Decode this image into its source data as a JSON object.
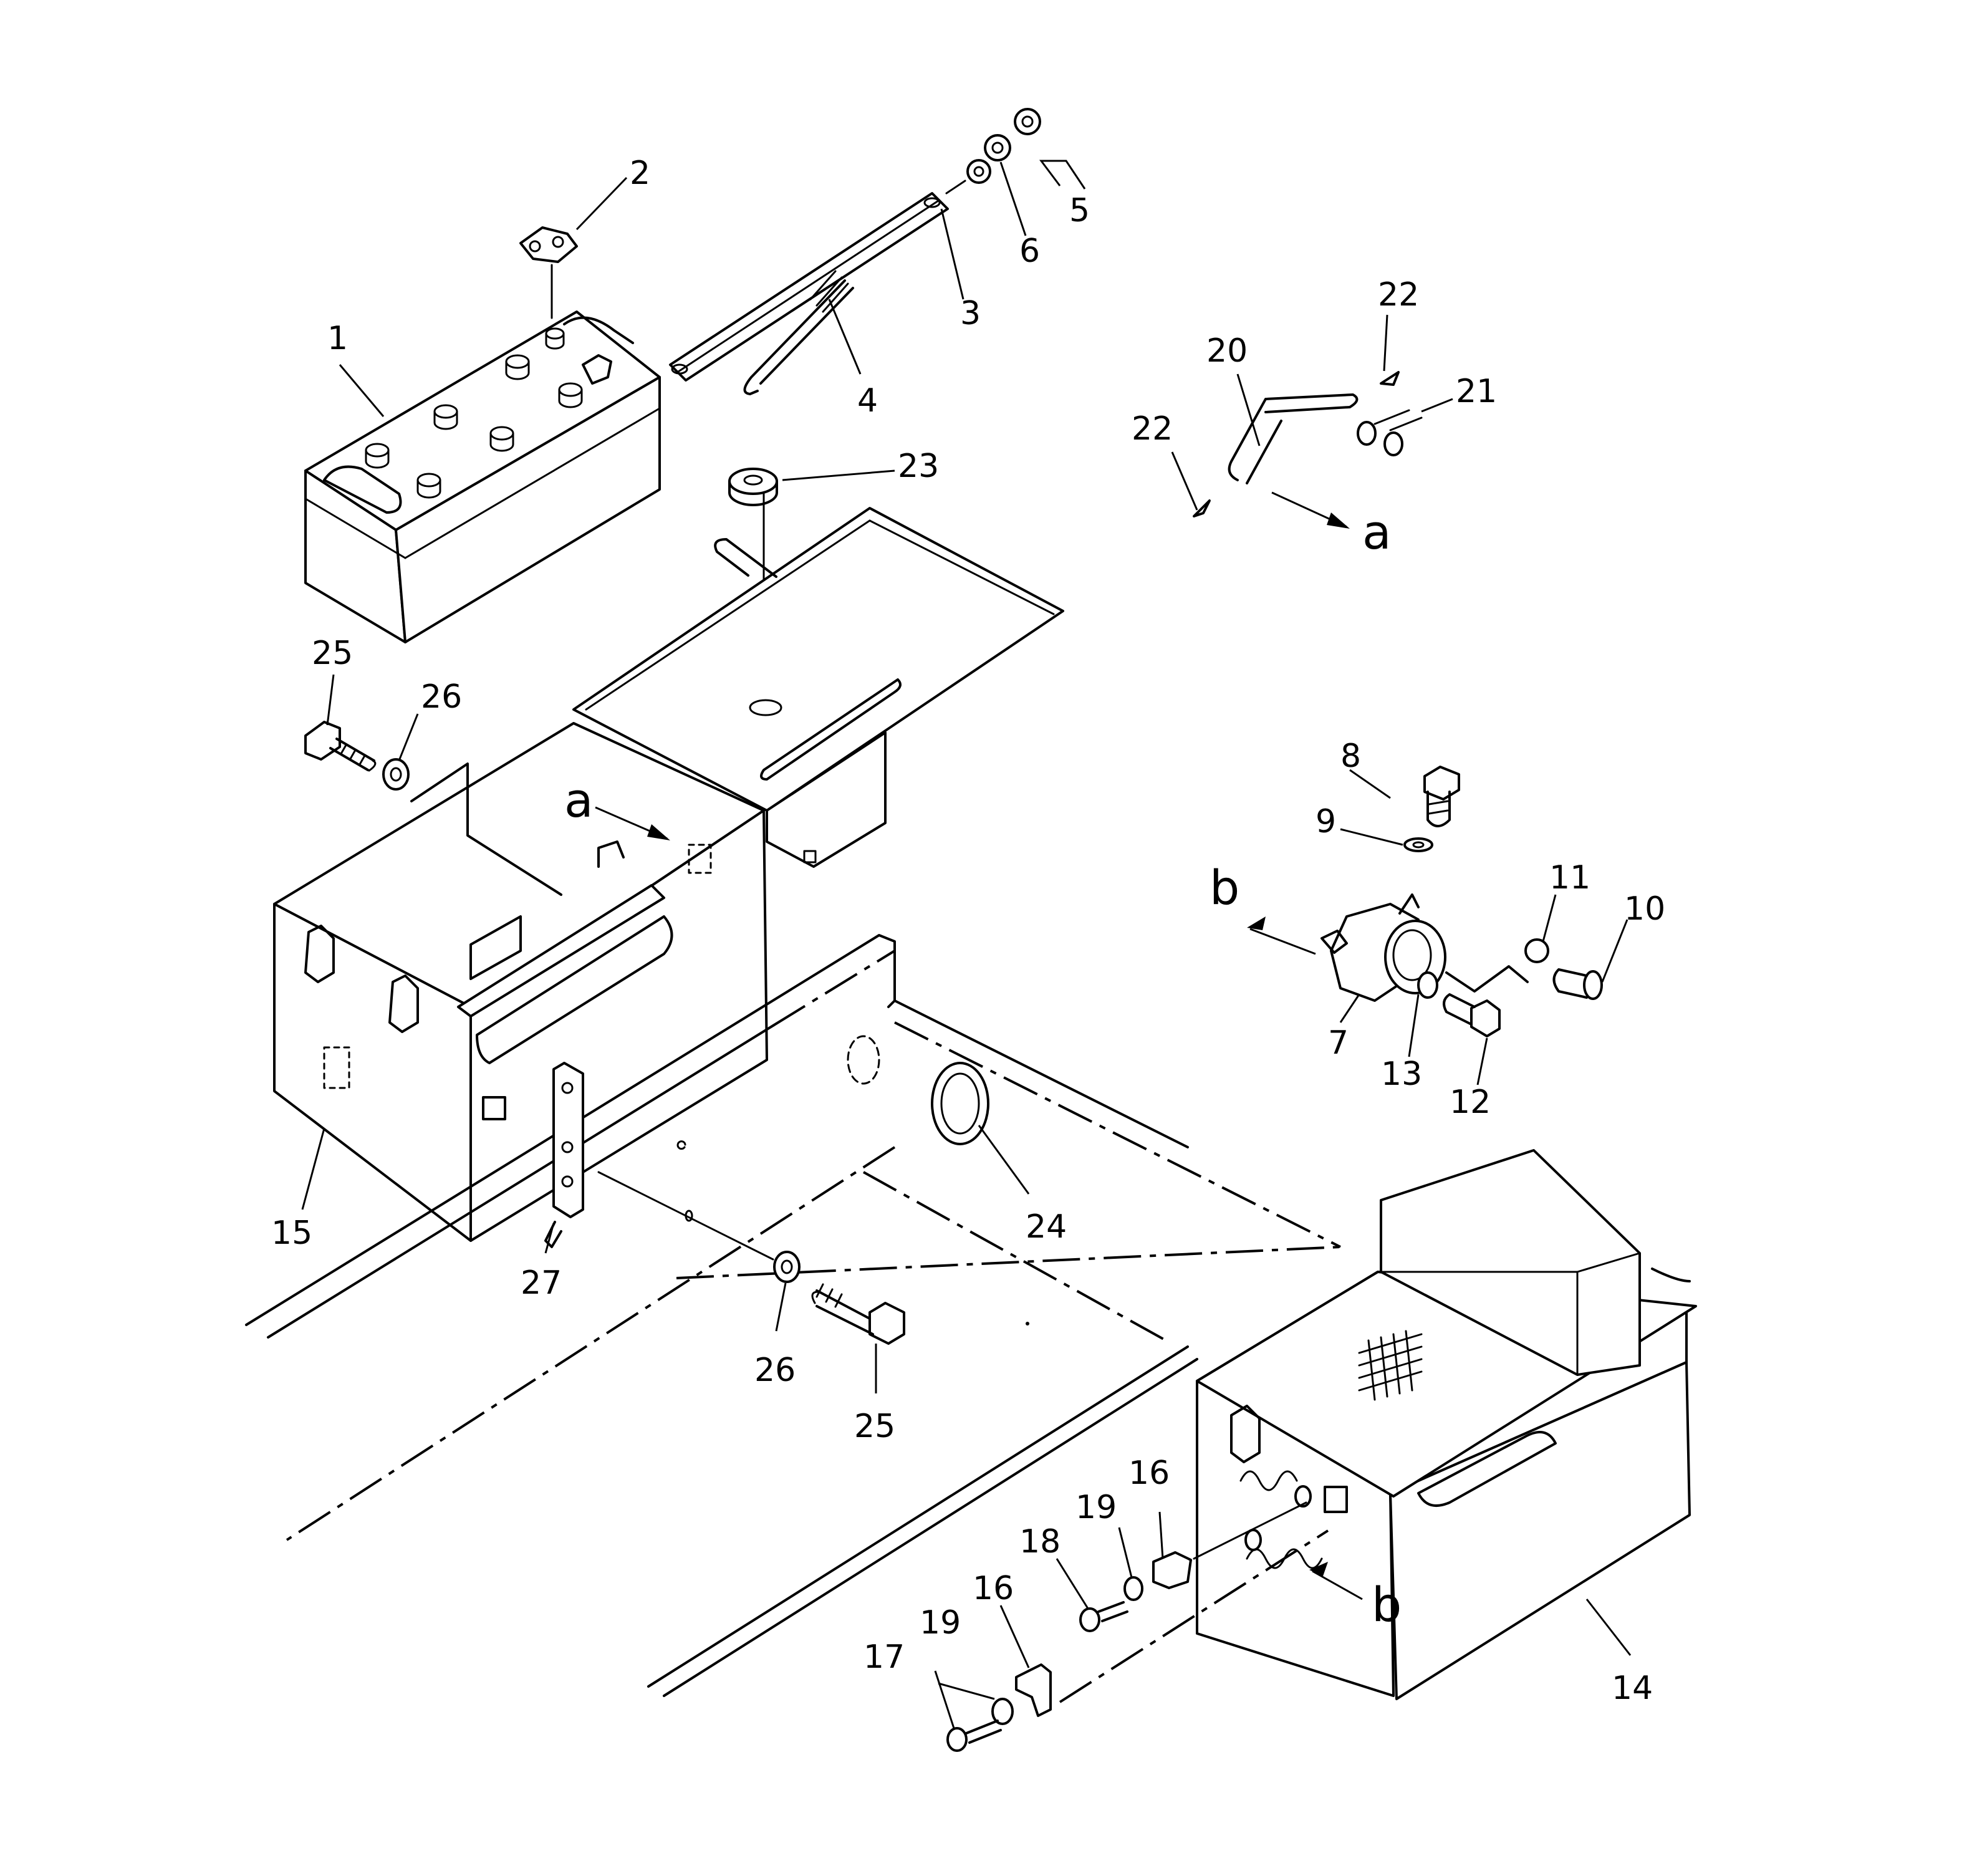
{
  "callouts": {
    "c1": "1",
    "c2": "2",
    "c3": "3",
    "c4": "4",
    "c5": "5",
    "c6": "6",
    "c7": "7",
    "c8": "8",
    "c9": "9",
    "c10": "10",
    "c11": "11",
    "c12": "12",
    "c13": "13",
    "c14": "14",
    "c15": "15",
    "c16a": "16",
    "c16b": "16",
    "c17": "17",
    "c18": "18",
    "c19a": "19",
    "c19b": "19",
    "c20": "20",
    "c21": "21",
    "c22a": "22",
    "c22b": "22",
    "c23": "23",
    "c24": "24",
    "c25a": "25",
    "c25b": "25",
    "c26a": "26",
    "c26b": "26",
    "c27": "27"
  },
  "view_markers": {
    "a_top": "a",
    "a_box": "a",
    "b_switch": "b",
    "b_box": "b"
  }
}
